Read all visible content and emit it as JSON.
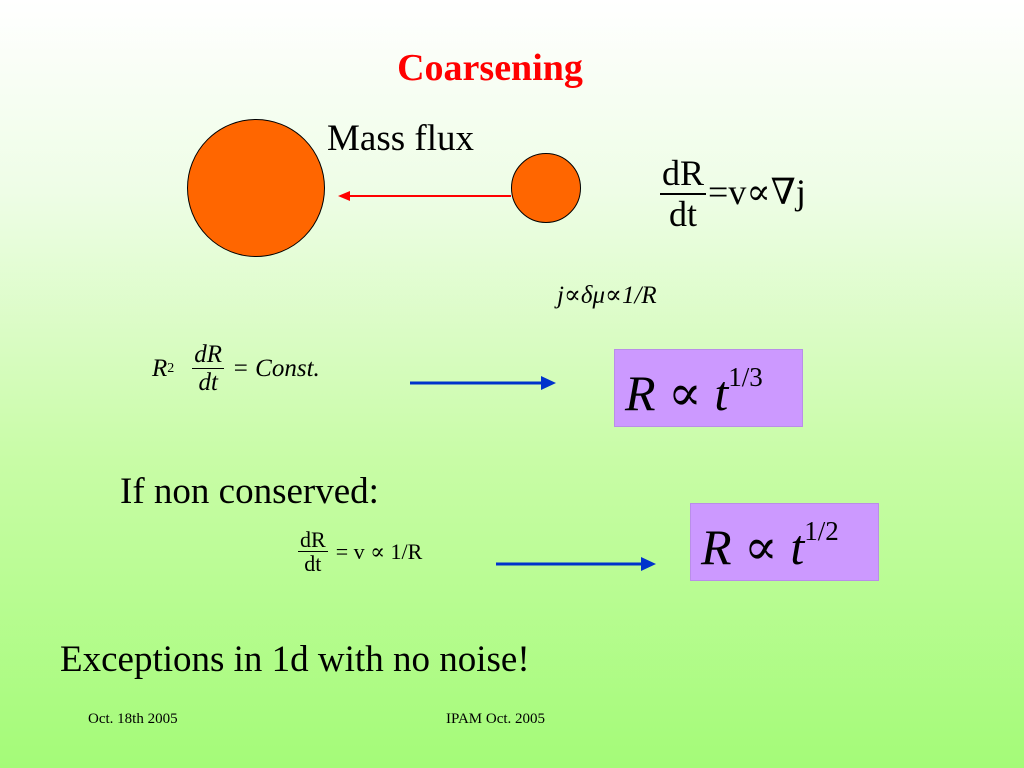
{
  "slide": {
    "title": "Coarsening",
    "mass_flux_label": "Mass flux",
    "eq_growth": {
      "numerator": "dR",
      "denominator": "dt",
      "rhs": "=v∝∇j"
    },
    "eq_flux": "j∝δμ∝1/R",
    "eq_conserved": {
      "lhs": "R",
      "lhs_exp": "2",
      "numerator": "dR",
      "denominator": "dt",
      "rhs": "= Const."
    },
    "result_conserved": {
      "base": "R ∝ t",
      "exponent": "1/3"
    },
    "non_conserved_label": "If non conserved:",
    "eq_nonconserved": {
      "numerator": "dR",
      "denominator": "dt",
      "rhs": "= v ∝ 1/R"
    },
    "result_nonconserved": {
      "base": "R ∝ t",
      "exponent": "1/2"
    },
    "exceptions_text": "Exceptions in 1d with no noise!",
    "footer_date": "Oct. 18th 2005",
    "footer_conference": "IPAM Oct. 2005"
  },
  "colors": {
    "title": "#ff0000",
    "particle": "#ff6600",
    "flux_arrow": "#ff0000",
    "implication_arrow": "#0033cc",
    "result_box": "#cc99ff"
  }
}
